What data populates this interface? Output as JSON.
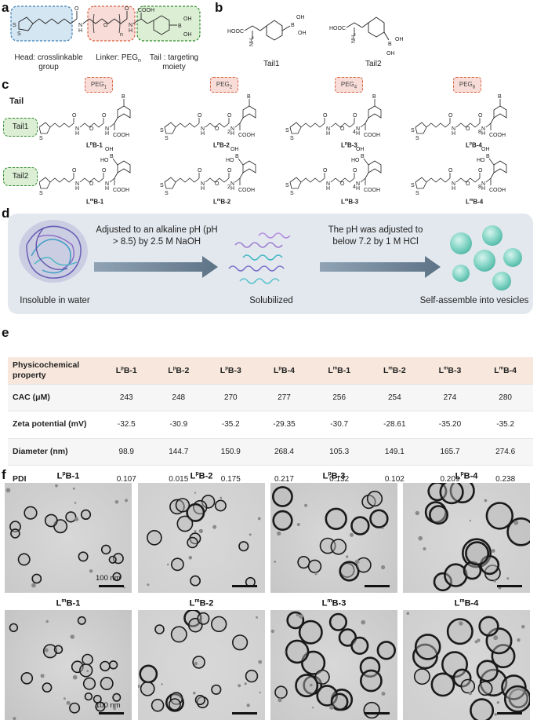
{
  "panels": {
    "a": "a",
    "b": "b",
    "c": "c",
    "d": "d",
    "e": "e",
    "f": "f"
  },
  "panel_a": {
    "head_label": "Head: crosslinkable group",
    "linker_label": "Linker: PEG",
    "linker_sub": "n",
    "tail_label": "Tail : targeting moiety"
  },
  "panel_b": {
    "tail1": "Tail1",
    "tail2": "Tail2"
  },
  "panel_c": {
    "tail_header": "Tail",
    "peg_labels": [
      "PEG",
      "PEG",
      "PEG",
      "PEG"
    ],
    "peg_subs": [
      "1",
      "2",
      "4",
      "8"
    ],
    "tail_boxes": [
      "Tail1",
      "Tail2"
    ],
    "row1_compounds": [
      "LpB-1",
      "LpB-2",
      "LpB-3",
      "LpB-4"
    ],
    "row2_compounds": [
      "LmB-1",
      "LmB-2",
      "LmB-3",
      "LmB-4"
    ]
  },
  "panel_d": {
    "step1_text": "Adjusted to an alkaline pH (pH > 8.5) by 2.5 M NaOH",
    "step2_text": "The pH was adjusted to below 7.2 by 1 M HCl",
    "state1": "Insoluble in water",
    "state2": "Solubilized",
    "state3": "Self-assemble into vesicles"
  },
  "panel_e": {
    "header_first": "Physicochemical property",
    "columns": [
      {
        "base": "L",
        "sup": "p",
        "rest": "B-1"
      },
      {
        "base": "L",
        "sup": "p",
        "rest": "B-2"
      },
      {
        "base": "L",
        "sup": "p",
        "rest": "B-3"
      },
      {
        "base": "L",
        "sup": "p",
        "rest": "B-4"
      },
      {
        "base": "L",
        "sup": "m",
        "rest": "B-1"
      },
      {
        "base": "L",
        "sup": "m",
        "rest": "B-2"
      },
      {
        "base": "L",
        "sup": "m",
        "rest": "B-3"
      },
      {
        "base": "L",
        "sup": "m",
        "rest": "B-4"
      }
    ],
    "rows": [
      {
        "label": "CAC (μM)",
        "values": [
          "243",
          "248",
          "270",
          "277",
          "256",
          "254",
          "274",
          "280"
        ]
      },
      {
        "label": "Zeta potential (mV)",
        "values": [
          "-32.5",
          "-30.9",
          "-35.2",
          "-29.35",
          "-30.7",
          "-28.61",
          "-35.20",
          "-35.2"
        ]
      },
      {
        "label": "Diameter (nm)",
        "values": [
          "98.9",
          "144.7",
          "150.9",
          "268.4",
          "105.3",
          "149.1",
          "165.7",
          "274.6"
        ]
      },
      {
        "label": "PDI",
        "values": [
          "0.107",
          "0.015",
          "0.175",
          "0.217",
          "0.132",
          "0.102",
          "0.209",
          "0.238"
        ]
      }
    ]
  },
  "panel_f": {
    "row1": [
      {
        "base": "L",
        "sup": "p",
        "rest": "B-1"
      },
      {
        "base": "L",
        "sup": "p",
        "rest": "B-2"
      },
      {
        "base": "L",
        "sup": "p",
        "rest": "B-3"
      },
      {
        "base": "L",
        "sup": "p",
        "rest": "B-4"
      }
    ],
    "row2": [
      {
        "base": "L",
        "sup": "m",
        "rest": "B-1"
      },
      {
        "base": "L",
        "sup": "m",
        "rest": "B-2"
      },
      {
        "base": "L",
        "sup": "m",
        "rest": "B-3"
      },
      {
        "base": "L",
        "sup": "m",
        "rest": "B-4"
      }
    ],
    "scale_label": "100 nm"
  },
  "colors": {
    "head_fill": "#d5e6f3",
    "head_border": "#3a7fb8",
    "linker_fill": "#f8dcd8",
    "linker_border": "#d9603c",
    "tail_fill": "#dcefd4",
    "tail_border": "#2d8a2d",
    "table_header": "#f7e7dc",
    "panel_d_bg": "#e3e8ee",
    "arrow": "#6f8496",
    "vesicle": "#6cc9b8"
  }
}
